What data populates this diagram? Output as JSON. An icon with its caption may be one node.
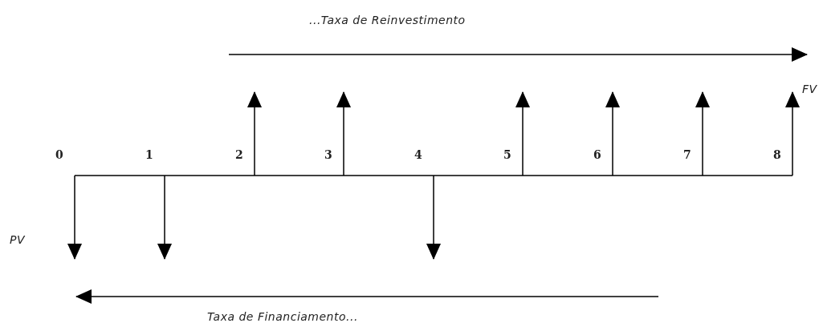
{
  "diagram": {
    "labels": [
      "...Taxa de Reinvestimento",
      "FV",
      "0",
      "1",
      "2",
      "3",
      "4",
      "5",
      "6",
      "7",
      "8",
      "PV",
      "Taxa de Financiamento..."
    ]
  }
}
